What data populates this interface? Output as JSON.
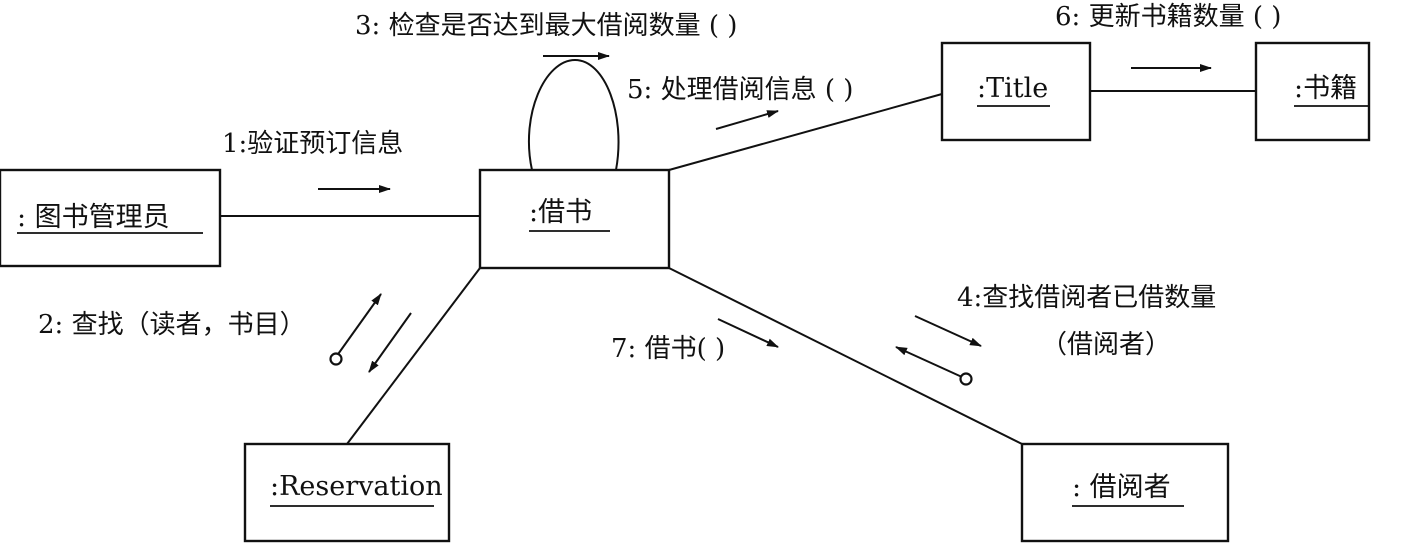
{
  "objects": {
    "librarian": ": 图书管理员",
    "borrow": ":借书",
    "title": ":Title",
    "book": ":书籍",
    "reservation": ":Reservation",
    "borrower": ": 借阅者"
  },
  "messages": {
    "m1": "1:验证预订信息",
    "m2": "2: 查找（读者，书目）",
    "m3": "3: 检查是否达到最大借阅数量 ( )",
    "m4_line1": "4:查找借阅者已借数量",
    "m4_line2": "（借阅者）",
    "m5": "5: 处理借阅信息 ( )",
    "m6": "6: 更新书籍数量 ( )",
    "m7": "7: 借书( )"
  }
}
